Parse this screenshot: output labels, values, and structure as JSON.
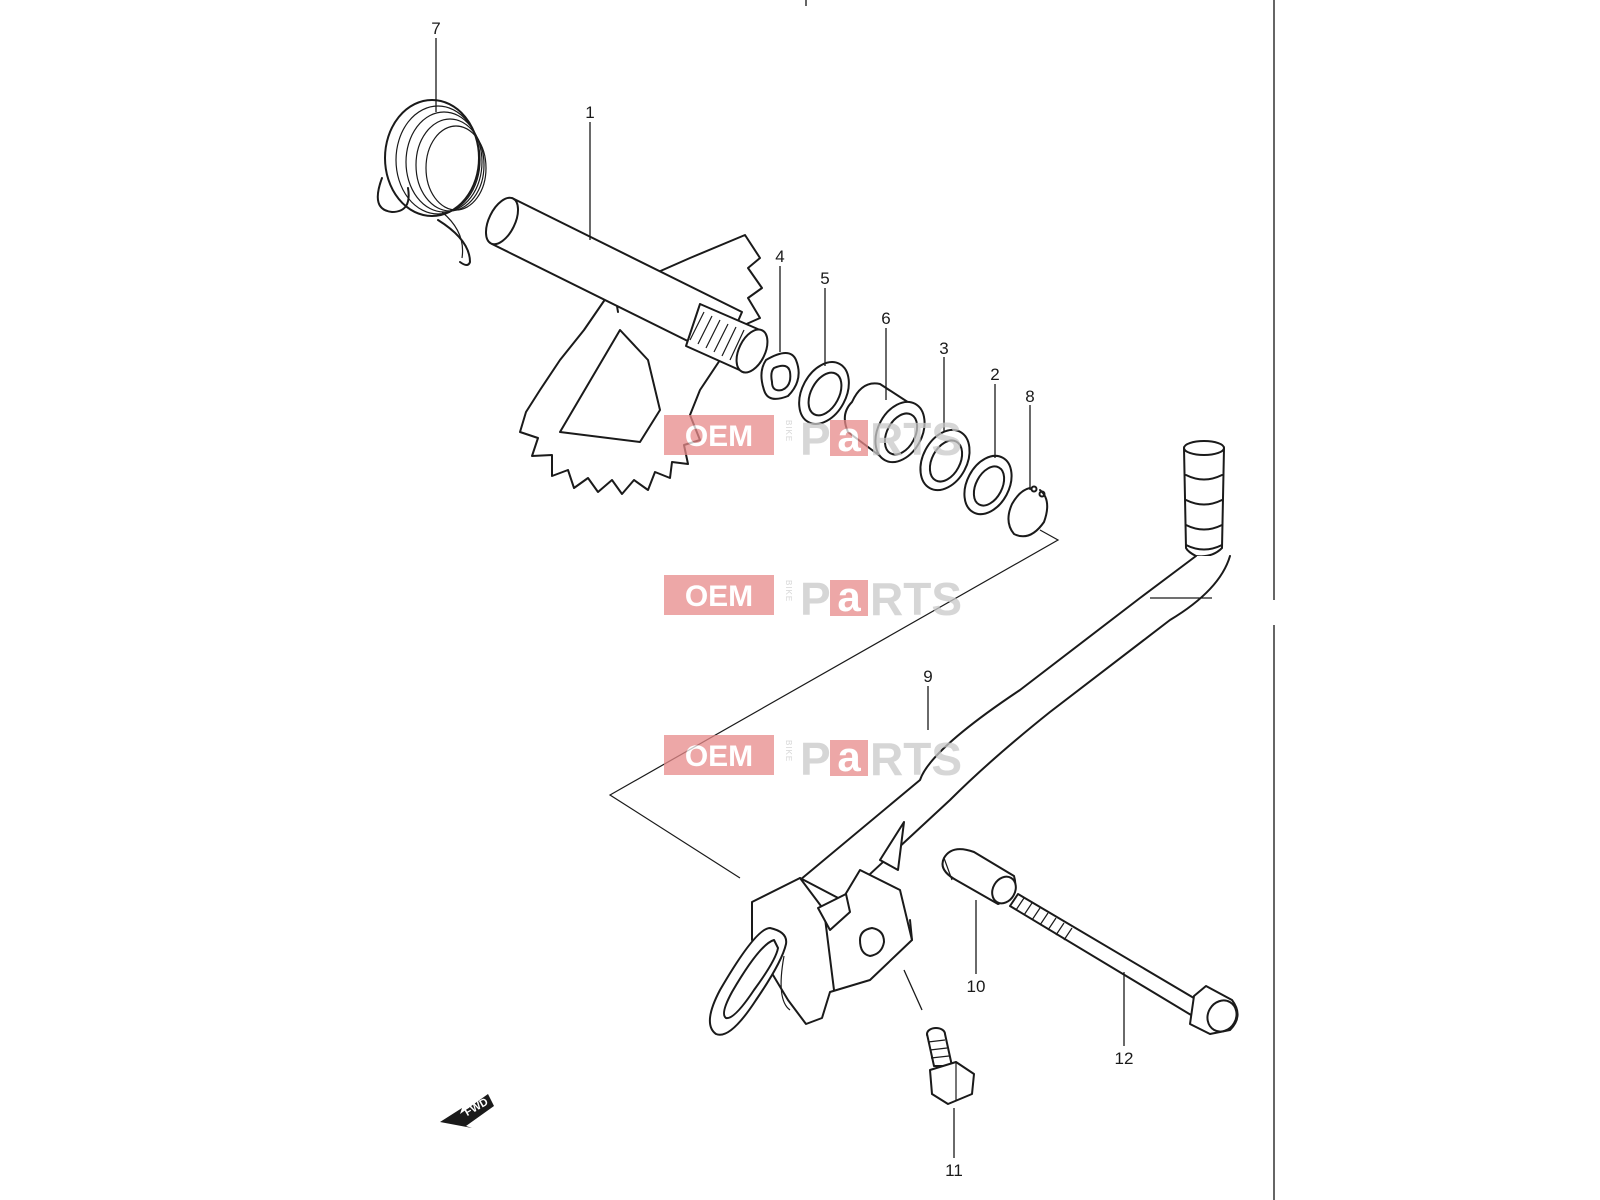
{
  "callouts": [
    {
      "id": "1",
      "label": "1"
    },
    {
      "id": "2",
      "label": "2"
    },
    {
      "id": "3",
      "label": "3"
    },
    {
      "id": "4",
      "label": "4"
    },
    {
      "id": "5",
      "label": "5"
    },
    {
      "id": "6",
      "label": "6"
    },
    {
      "id": "7",
      "label": "7"
    },
    {
      "id": "8",
      "label": "8"
    },
    {
      "id": "9",
      "label": "9"
    },
    {
      "id": "10",
      "label": "10"
    },
    {
      "id": "11",
      "label": "11"
    },
    {
      "id": "12",
      "label": "12"
    }
  ],
  "watermark": {
    "oem": "OEM",
    "bike": "BIKE",
    "parts_p": "P",
    "parts_a": "a",
    "parts_rest": "RTS"
  },
  "fwd_marker": {
    "label": "FWD"
  },
  "colors": {
    "line": "#1a1a1a",
    "watermark_red": "#e88a8a",
    "watermark_gray": "#c9c9c9",
    "background": "#ffffff"
  }
}
